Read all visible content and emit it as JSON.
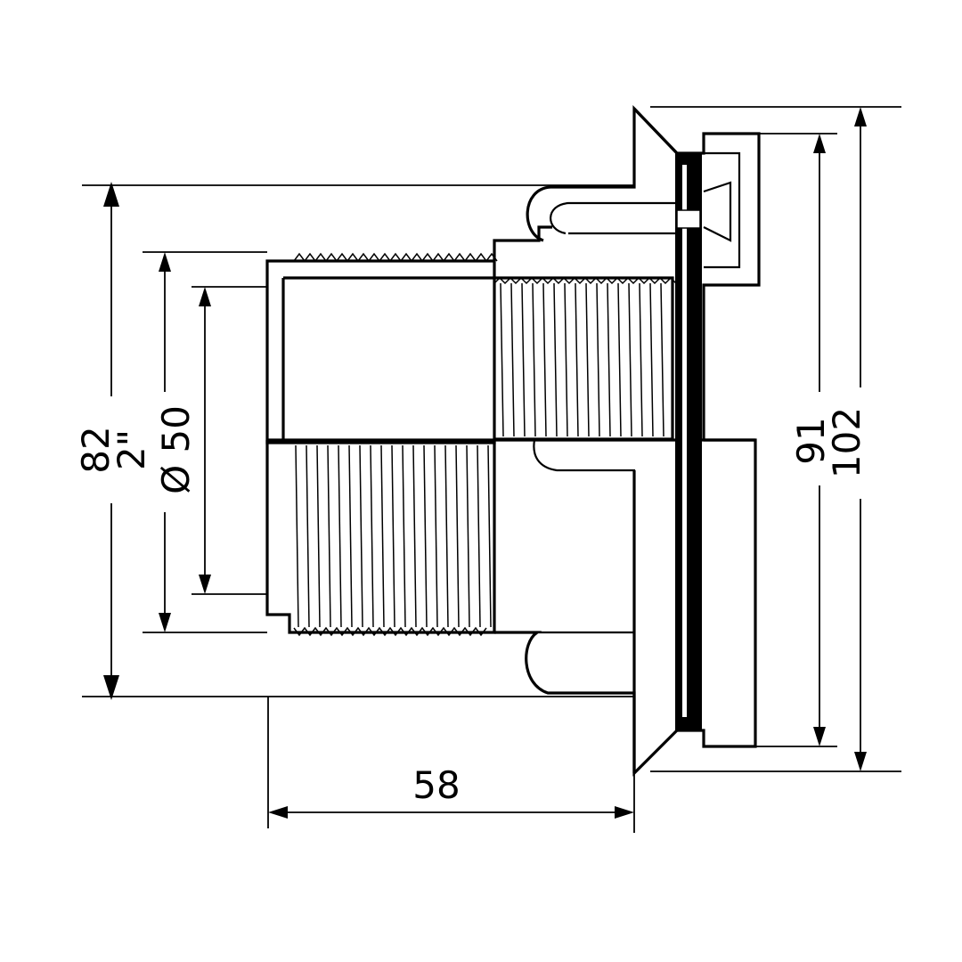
{
  "dimensions": {
    "overall_bore_height": "82",
    "thread_size": "2\"",
    "inner_diameter": "Ø 50",
    "flange_inner": "91",
    "flange_outer": "102",
    "body_length": "58"
  },
  "colors": {
    "ink": "#000000",
    "paper": "#ffffff"
  }
}
